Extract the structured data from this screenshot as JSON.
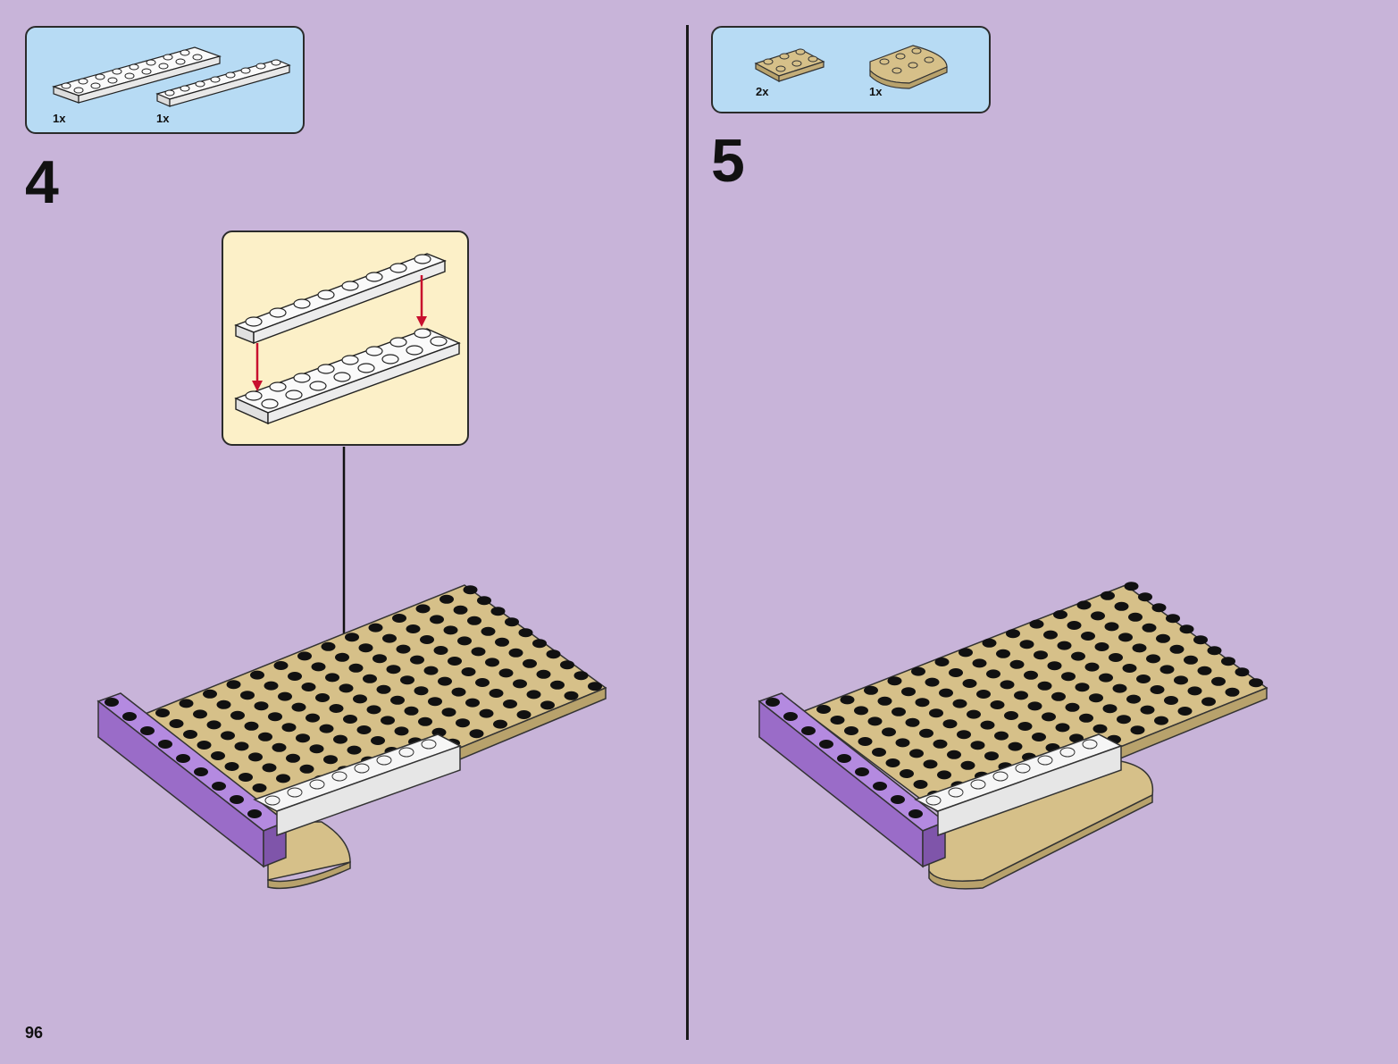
{
  "page": {
    "number": "96",
    "background": "#c8b4d9"
  },
  "steps": [
    {
      "number": "4",
      "parts": [
        {
          "qty": "1x",
          "part": "white 2x8 plate"
        },
        {
          "qty": "1x",
          "part": "white 1x8 plate"
        }
      ],
      "has_callout": true
    },
    {
      "number": "5",
      "parts": [
        {
          "qty": "2x",
          "part": "tan 2x3 plate"
        },
        {
          "qty": "1x",
          "part": "tan round corner plate"
        }
      ],
      "has_callout": false
    }
  ],
  "colors": {
    "parts_box": "#b7dbf4",
    "callout": "#fcf0c8",
    "tan_plate": "#d6c089",
    "white_plate": "#f6f6f6",
    "purple_brick": "#a67ad1",
    "arrow_red": "#c8102e"
  }
}
